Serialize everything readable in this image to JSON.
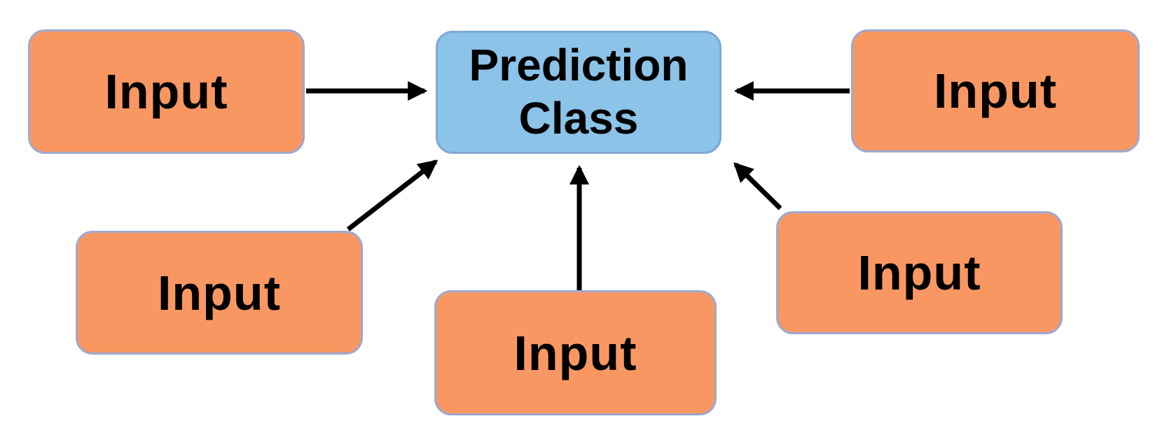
{
  "colors": {
    "background": "#FFFFFF",
    "input-fill": "#F99763",
    "input-border": "#9FA8CE",
    "prediction-fill": "#8CC3E8",
    "prediction-border": "#7FA8D2",
    "arrow": "#000000",
    "text": "#000000"
  },
  "diagram": {
    "center_node": {
      "label": "Prediction Class"
    },
    "input_nodes": [
      {
        "label": "Input",
        "position": "top-left"
      },
      {
        "label": "Input",
        "position": "top-right"
      },
      {
        "label": "Input",
        "position": "middle-left"
      },
      {
        "label": "Input",
        "position": "bottom-middle"
      },
      {
        "label": "Input",
        "position": "middle-right"
      }
    ],
    "arrows": [
      {
        "from": "input-top-left",
        "to": "prediction-class"
      },
      {
        "from": "input-top-right",
        "to": "prediction-class"
      },
      {
        "from": "input-middle-left",
        "to": "prediction-class"
      },
      {
        "from": "input-bottom-middle",
        "to": "prediction-class"
      },
      {
        "from": "input-middle-right",
        "to": "prediction-class"
      }
    ]
  }
}
